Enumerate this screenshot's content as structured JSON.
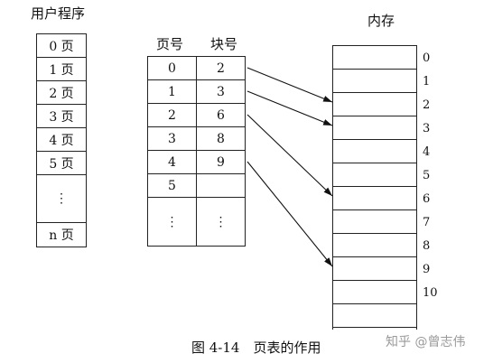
{
  "user_program": {
    "title": "用户程序",
    "rows": [
      "0 页",
      "1 页",
      "2 页",
      "3 页",
      "4 页",
      "5 页",
      "⋮",
      "n 页"
    ]
  },
  "page_table": {
    "header_page": "页号",
    "header_block": "块号",
    "rows": [
      {
        "page": "0",
        "block": "2"
      },
      {
        "page": "1",
        "block": "3"
      },
      {
        "page": "2",
        "block": "6"
      },
      {
        "page": "3",
        "block": "8"
      },
      {
        "page": "4",
        "block": "9"
      },
      {
        "page": "5",
        "block": ""
      },
      {
        "page": "⋮",
        "block": "⋮"
      }
    ]
  },
  "memory": {
    "title": "内存",
    "block_numbers": [
      "0",
      "1",
      "2",
      "3",
      "4",
      "5",
      "6",
      "7",
      "8",
      "9",
      "10"
    ]
  },
  "mappings": [
    {
      "page": 0,
      "block": 2
    },
    {
      "page": 1,
      "block": 3
    },
    {
      "page": 2,
      "block": 6
    },
    {
      "page": 4,
      "block": 9
    }
  ],
  "caption": "图 4-14　页表的作用",
  "watermark": "知乎 @曾志伟"
}
